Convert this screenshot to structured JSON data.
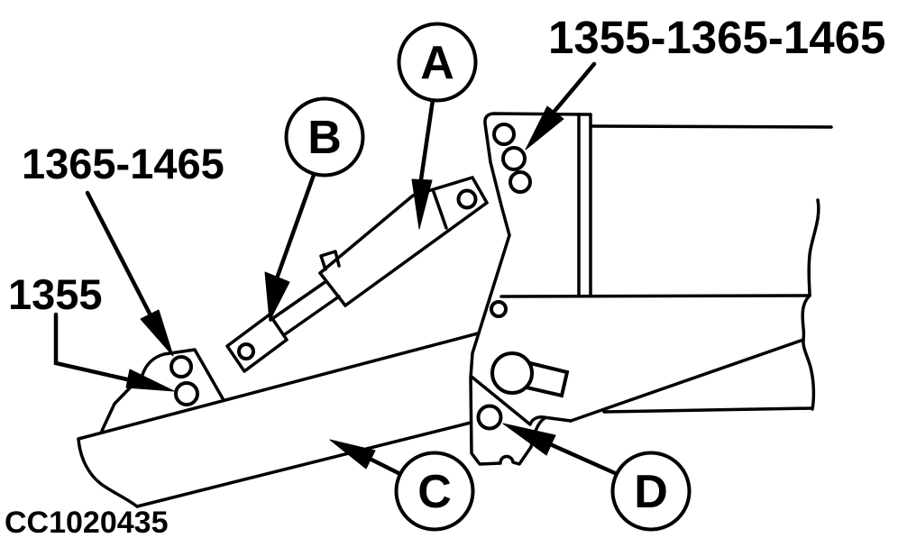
{
  "figure": {
    "code": "CC1020435"
  },
  "part_labels": {
    "top_right": "1355-1365-1465",
    "mid_left": "1365-1465",
    "lower_left": "1355"
  },
  "callouts": {
    "a": "A",
    "b": "B",
    "c": "C",
    "d": "D"
  },
  "colors": {
    "line": "#000000",
    "background": "#ffffff"
  }
}
